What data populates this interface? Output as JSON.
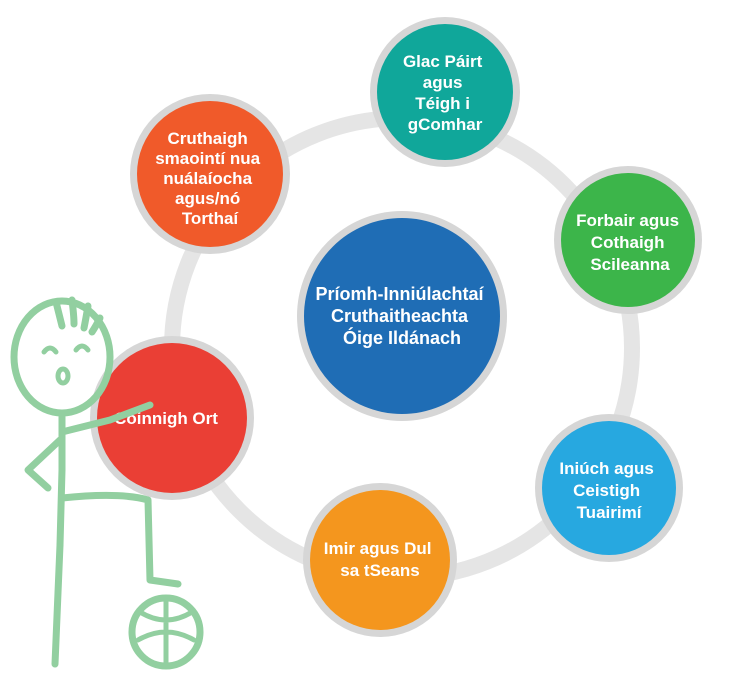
{
  "diagram": {
    "center": {
      "lines": [
        "Príomh-Inniúlachtaí",
        "Cruthaitheachta",
        "Óige Ildánach"
      ],
      "color": "#1f6db5"
    },
    "nodes": [
      {
        "id": "participate",
        "lines": [
          "Glac Páirt",
          "agus",
          "Téigh i",
          "gComhar"
        ],
        "color": "#10a79a"
      },
      {
        "id": "skills",
        "lines": [
          "Forbair agus",
          "Cothaigh",
          "Scileanna"
        ],
        "color": "#3cb54a"
      },
      {
        "id": "explore",
        "lines": [
          "Iniúch agus",
          "Ceistigh",
          "Tuairimí"
        ],
        "color": "#27a8e0"
      },
      {
        "id": "play",
        "lines": [
          "Imir agus Dul",
          "sa tSeans"
        ],
        "color": "#f4961e"
      },
      {
        "id": "persist",
        "lines": [
          "Coinnigh Ort"
        ],
        "color": "#ea3f35"
      },
      {
        "id": "create",
        "lines": [
          "Cruthaigh",
          "smaointí nua",
          "nuálaíocha",
          "agus/nó",
          "Torthaí"
        ],
        "color": "#f05a2a"
      }
    ],
    "ring_color": "#e5e5e5",
    "halo_color": "#d6d6d6",
    "figure_color": "#92cfa0"
  }
}
